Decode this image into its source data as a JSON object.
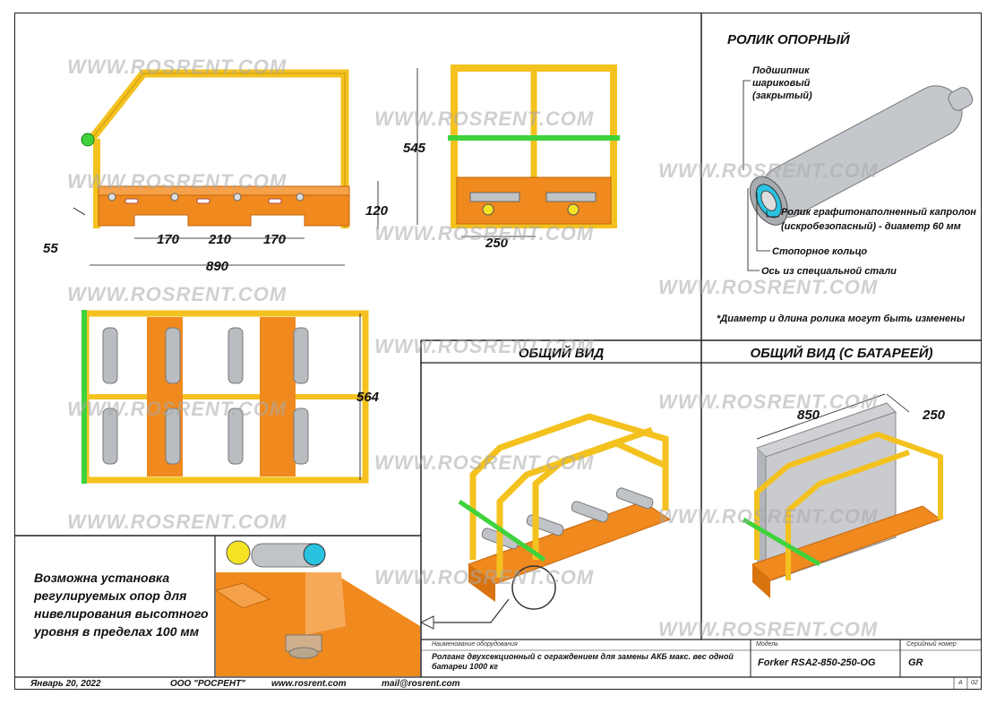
{
  "watermark": "WWW.ROSRENT.COM",
  "roller": {
    "title": "РОЛИК ОПОРНЫЙ",
    "bearing": [
      "Подшипник",
      "шариковый",
      "(закрытый)"
    ],
    "roller_material": [
      "Ролик графитонаполненный капролон",
      "(искробезопасный) - диаметр 60 мм"
    ],
    "ring": "Стопорное кольцо",
    "axis": "Ось из специальной стали",
    "note": "*Диаметр и длина ролика могут быть изменены"
  },
  "views": {
    "general": "ОБЩИЙ ВИД",
    "general_battery": "ОБЩИЙ ВИД (С БАТАРЕЕЙ)"
  },
  "dimensions": {
    "d170a": "170",
    "d210": "210",
    "d170b": "170",
    "d890": "890",
    "d55": "55",
    "d120": "120",
    "d545": "545",
    "d250": "250",
    "d564": "564",
    "b850": "850",
    "b250": "250"
  },
  "note_box": {
    "lines": [
      "Возможна установка",
      "регулируемых опор для",
      "нивелирования высотного",
      "уровня в пределах 100 мм"
    ]
  },
  "title_block": {
    "name_label": "Наименование оборудования",
    "name_value": [
      "Ролганг двухсекционный с ограждением  для замены АКБ макс. вес одной",
      "батареи 1000 кг"
    ],
    "model_label": "Модель",
    "model_value": "Forker RSA2-850-250-OG",
    "serial_label": "Серийный номер",
    "serial_value": "GR",
    "sheet_a": "A",
    "sheet_n": "02"
  },
  "footer": {
    "date": "Январь 20, 2022",
    "company": "ООО \"РОСРЕНТ\"",
    "site": "www.rosrent.com",
    "mail": "mail@rosrent.com"
  },
  "colors": {
    "frame": "#f4c21f",
    "frame_dark": "#c9950c",
    "base": "#f08a1e",
    "base_dark": "#c2650a",
    "bar": "#3fd23c",
    "roller": "#b9bcc0"
  }
}
